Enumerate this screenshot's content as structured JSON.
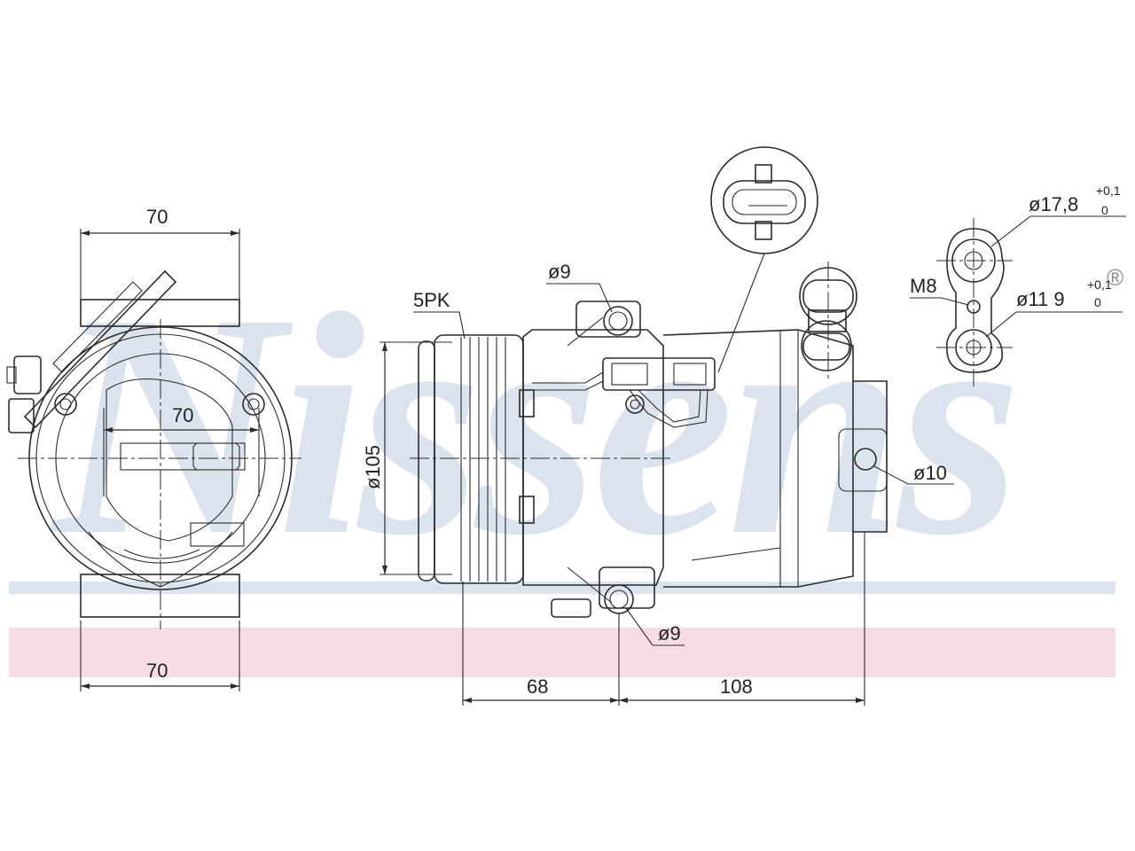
{
  "watermark": {
    "text": "Nissens",
    "registered_mark": "®",
    "text_color": "#dbe3ee",
    "blue_band_color": "#dbe3ee",
    "pink_band_color": "#f6dde3"
  },
  "front_view": {
    "dim_top_width": "70",
    "dim_mount_width": "70",
    "dim_bottom_width": "70"
  },
  "side_view": {
    "belt_label": "5PK",
    "pulley_diameter": "ø105",
    "upper_mount_hole": "ø9",
    "lower_mount_hole": "ø9",
    "rear_mount_hole": "ø10",
    "dim_pulley_to_mount": "68",
    "dim_mount_to_rear": "108"
  },
  "port_detail": {
    "large_port": "ø17,8",
    "large_port_tolerance_upper": "+0,1",
    "large_port_tolerance_lower": "0",
    "thread": "M8",
    "small_port": "ø11 9",
    "small_port_tolerance_upper": "+0,1",
    "small_port_tolerance_lower": "0"
  }
}
